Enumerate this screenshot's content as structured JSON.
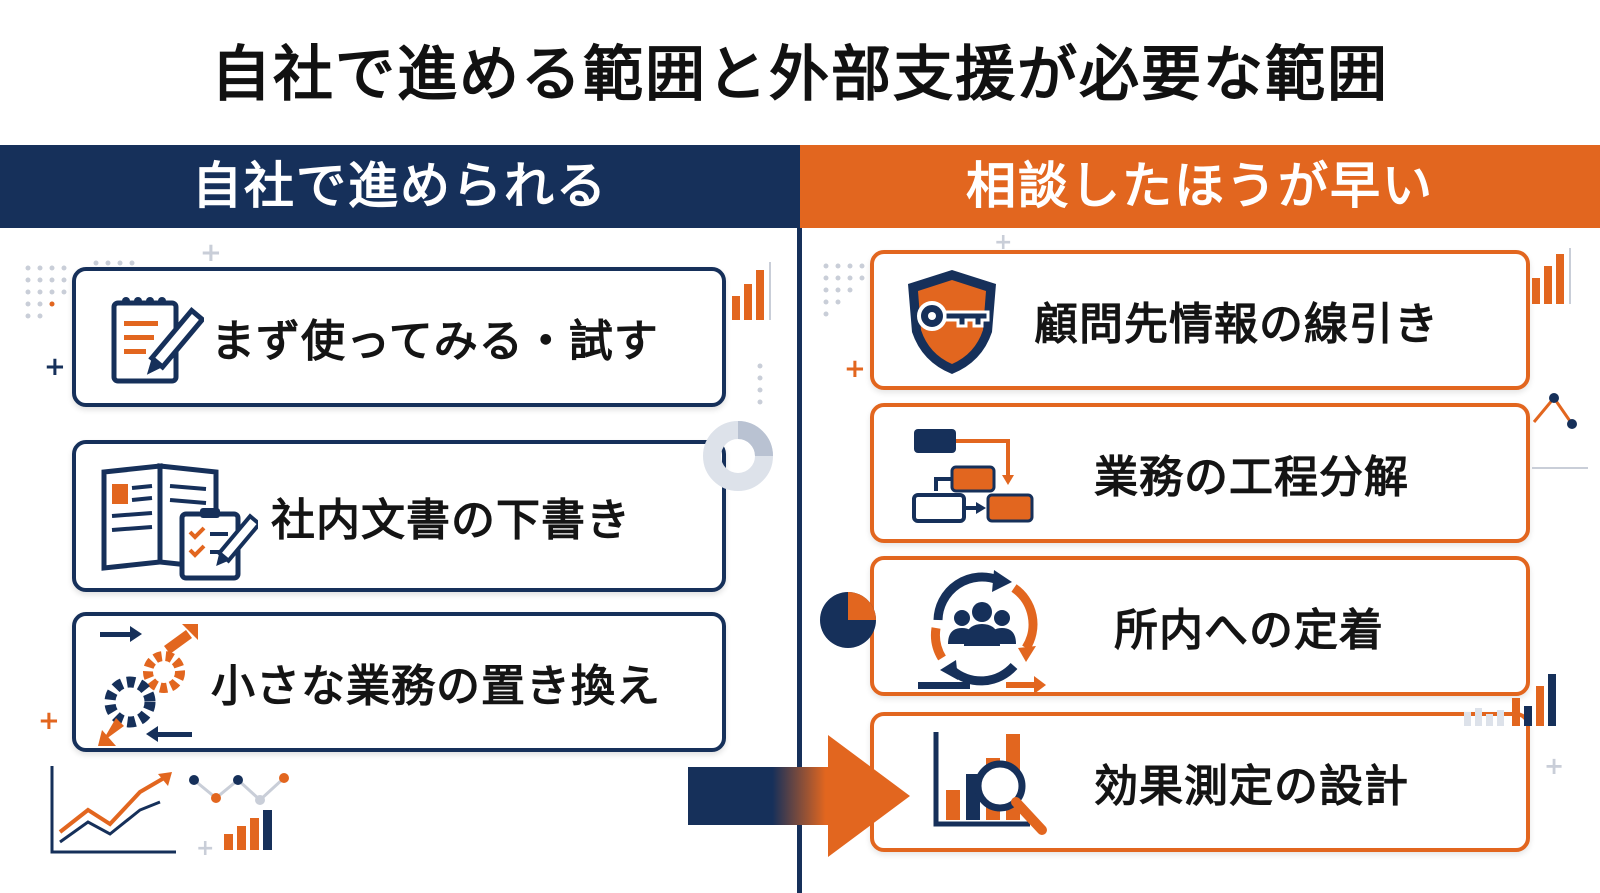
{
  "title": "自社で進める範囲と外部支援が必要な範囲",
  "left": {
    "header": "自社で進められる",
    "items": [
      {
        "label": "まず使ってみる・試す",
        "icon": "notepad-pencil-icon"
      },
      {
        "label": "社内文書の下書き",
        "icon": "document-checklist-icon"
      },
      {
        "label": "小さな業務の置き換え",
        "icon": "gears-arrows-icon"
      }
    ]
  },
  "right": {
    "header": "相談したほうが早い",
    "items": [
      {
        "label": "顧問先情報の線引き",
        "icon": "shield-key-icon"
      },
      {
        "label": "業務の工程分解",
        "icon": "process-flow-icon"
      },
      {
        "label": "所内への定着",
        "icon": "team-cycle-icon"
      },
      {
        "label": "効果測定の設計",
        "icon": "chart-magnifier-icon"
      }
    ]
  },
  "colors": {
    "navy": "#16305a",
    "orange": "#e2661f",
    "light_gray": "#c9ced8"
  }
}
